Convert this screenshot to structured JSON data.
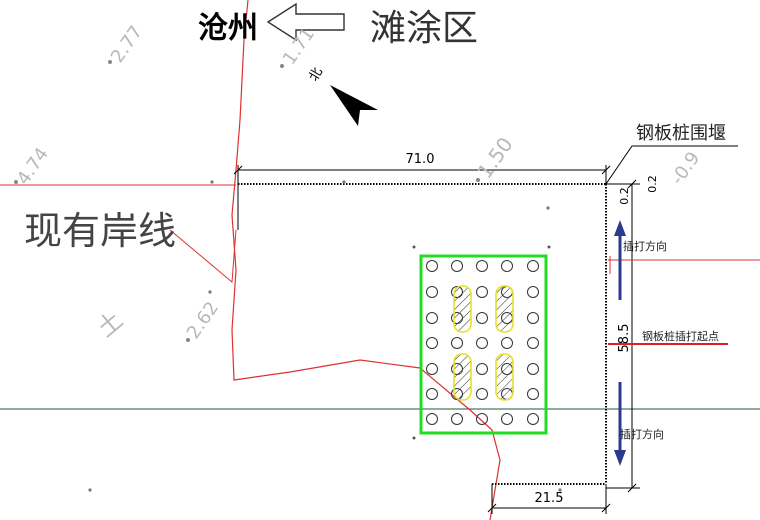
{
  "header": {
    "city_left": "沧州",
    "district_right": "滩涂区",
    "north_label": "北"
  },
  "legend": {
    "coastline_label": "现有岸线",
    "cofferdam_label": "钢板桩围堰",
    "drive_direction_top": "插打方向",
    "drive_direction_bottom": "插打方向",
    "drive_start_point": "钢板桩插打起点",
    "land_symbol": "土"
  },
  "dimensions": {
    "top_width": "71.0",
    "right_height": "58.5",
    "bottom_width": "21.5",
    "right_top_small": "0.2",
    "right_top_small_2": "0.2"
  },
  "spot_elevations": {
    "e1": "2.77",
    "e2": "1.71",
    "e3": "4.74",
    "e4": "1.50",
    "e5": "-0.9",
    "e6": "2.62"
  },
  "colors": {
    "shoreline": "#e03030",
    "green_box": "#22dd22",
    "arrow_blue": "#2b3a8f",
    "start_line": "#e02020",
    "hatch_yellow": "#e6e02a",
    "water_line": "#1f5a3a",
    "dim_line": "#000000",
    "annotation_gray": "#b8b8b8"
  }
}
